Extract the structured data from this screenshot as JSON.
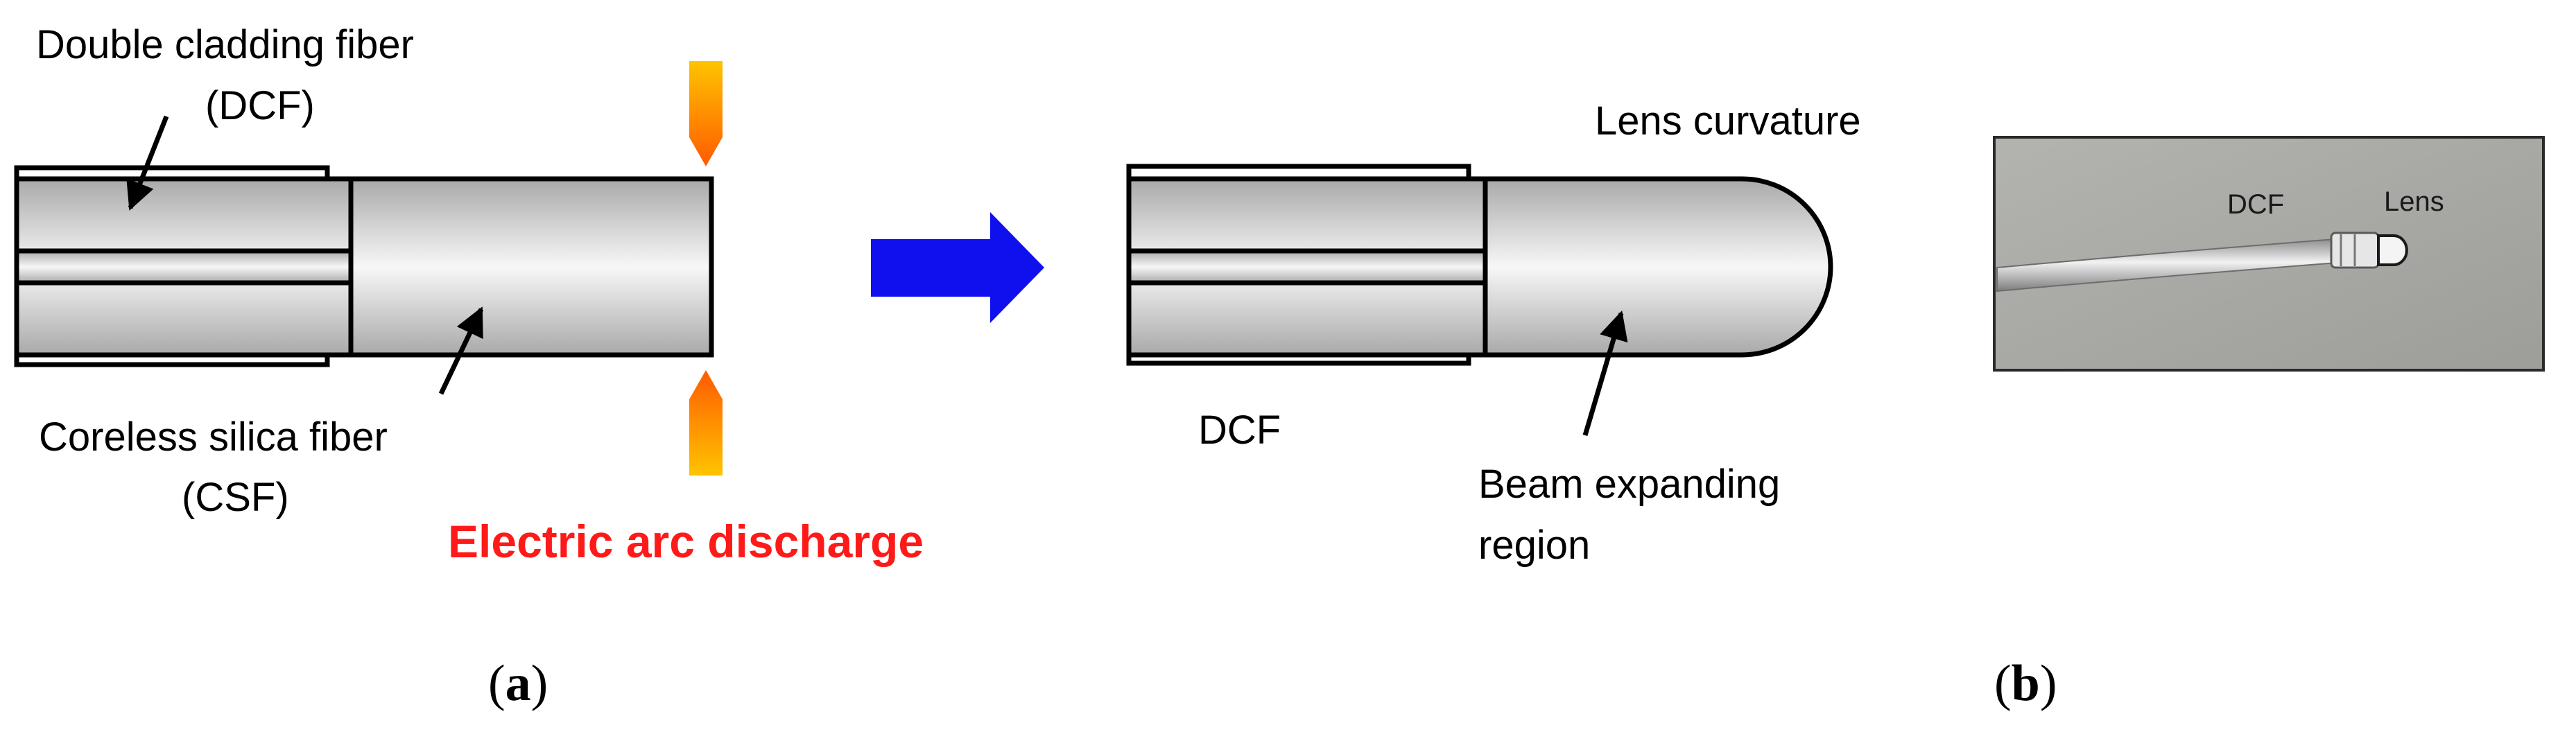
{
  "panel_a": {
    "label_dcf_title": "Double cladding fiber",
    "label_dcf_abbrev": "(DCF)",
    "label_csf_title": "Coreless silica fiber",
    "label_csf_abbrev": "(CSF)",
    "label_arc": "Electric arc discharge",
    "label_lens_curvature": "Lens curvature",
    "label_dcf_after": "DCF",
    "label_beam_1": "Beam expanding",
    "label_beam_2": "region",
    "caption_open": "(",
    "caption_letter": "a",
    "caption_close": ")"
  },
  "panel_b": {
    "label_dcf": "DCF",
    "label_lens": "Lens",
    "caption_open": "(",
    "caption_letter": "b",
    "caption_close": ")"
  },
  "colors": {
    "process_arrow": "#1010ee",
    "arc_top": "#ffc400",
    "arc_bottom": "#ff5a00",
    "arc_label": "#ff1a1a",
    "fiber_outline": "#000000",
    "photo_background": "#a7a7a3"
  }
}
